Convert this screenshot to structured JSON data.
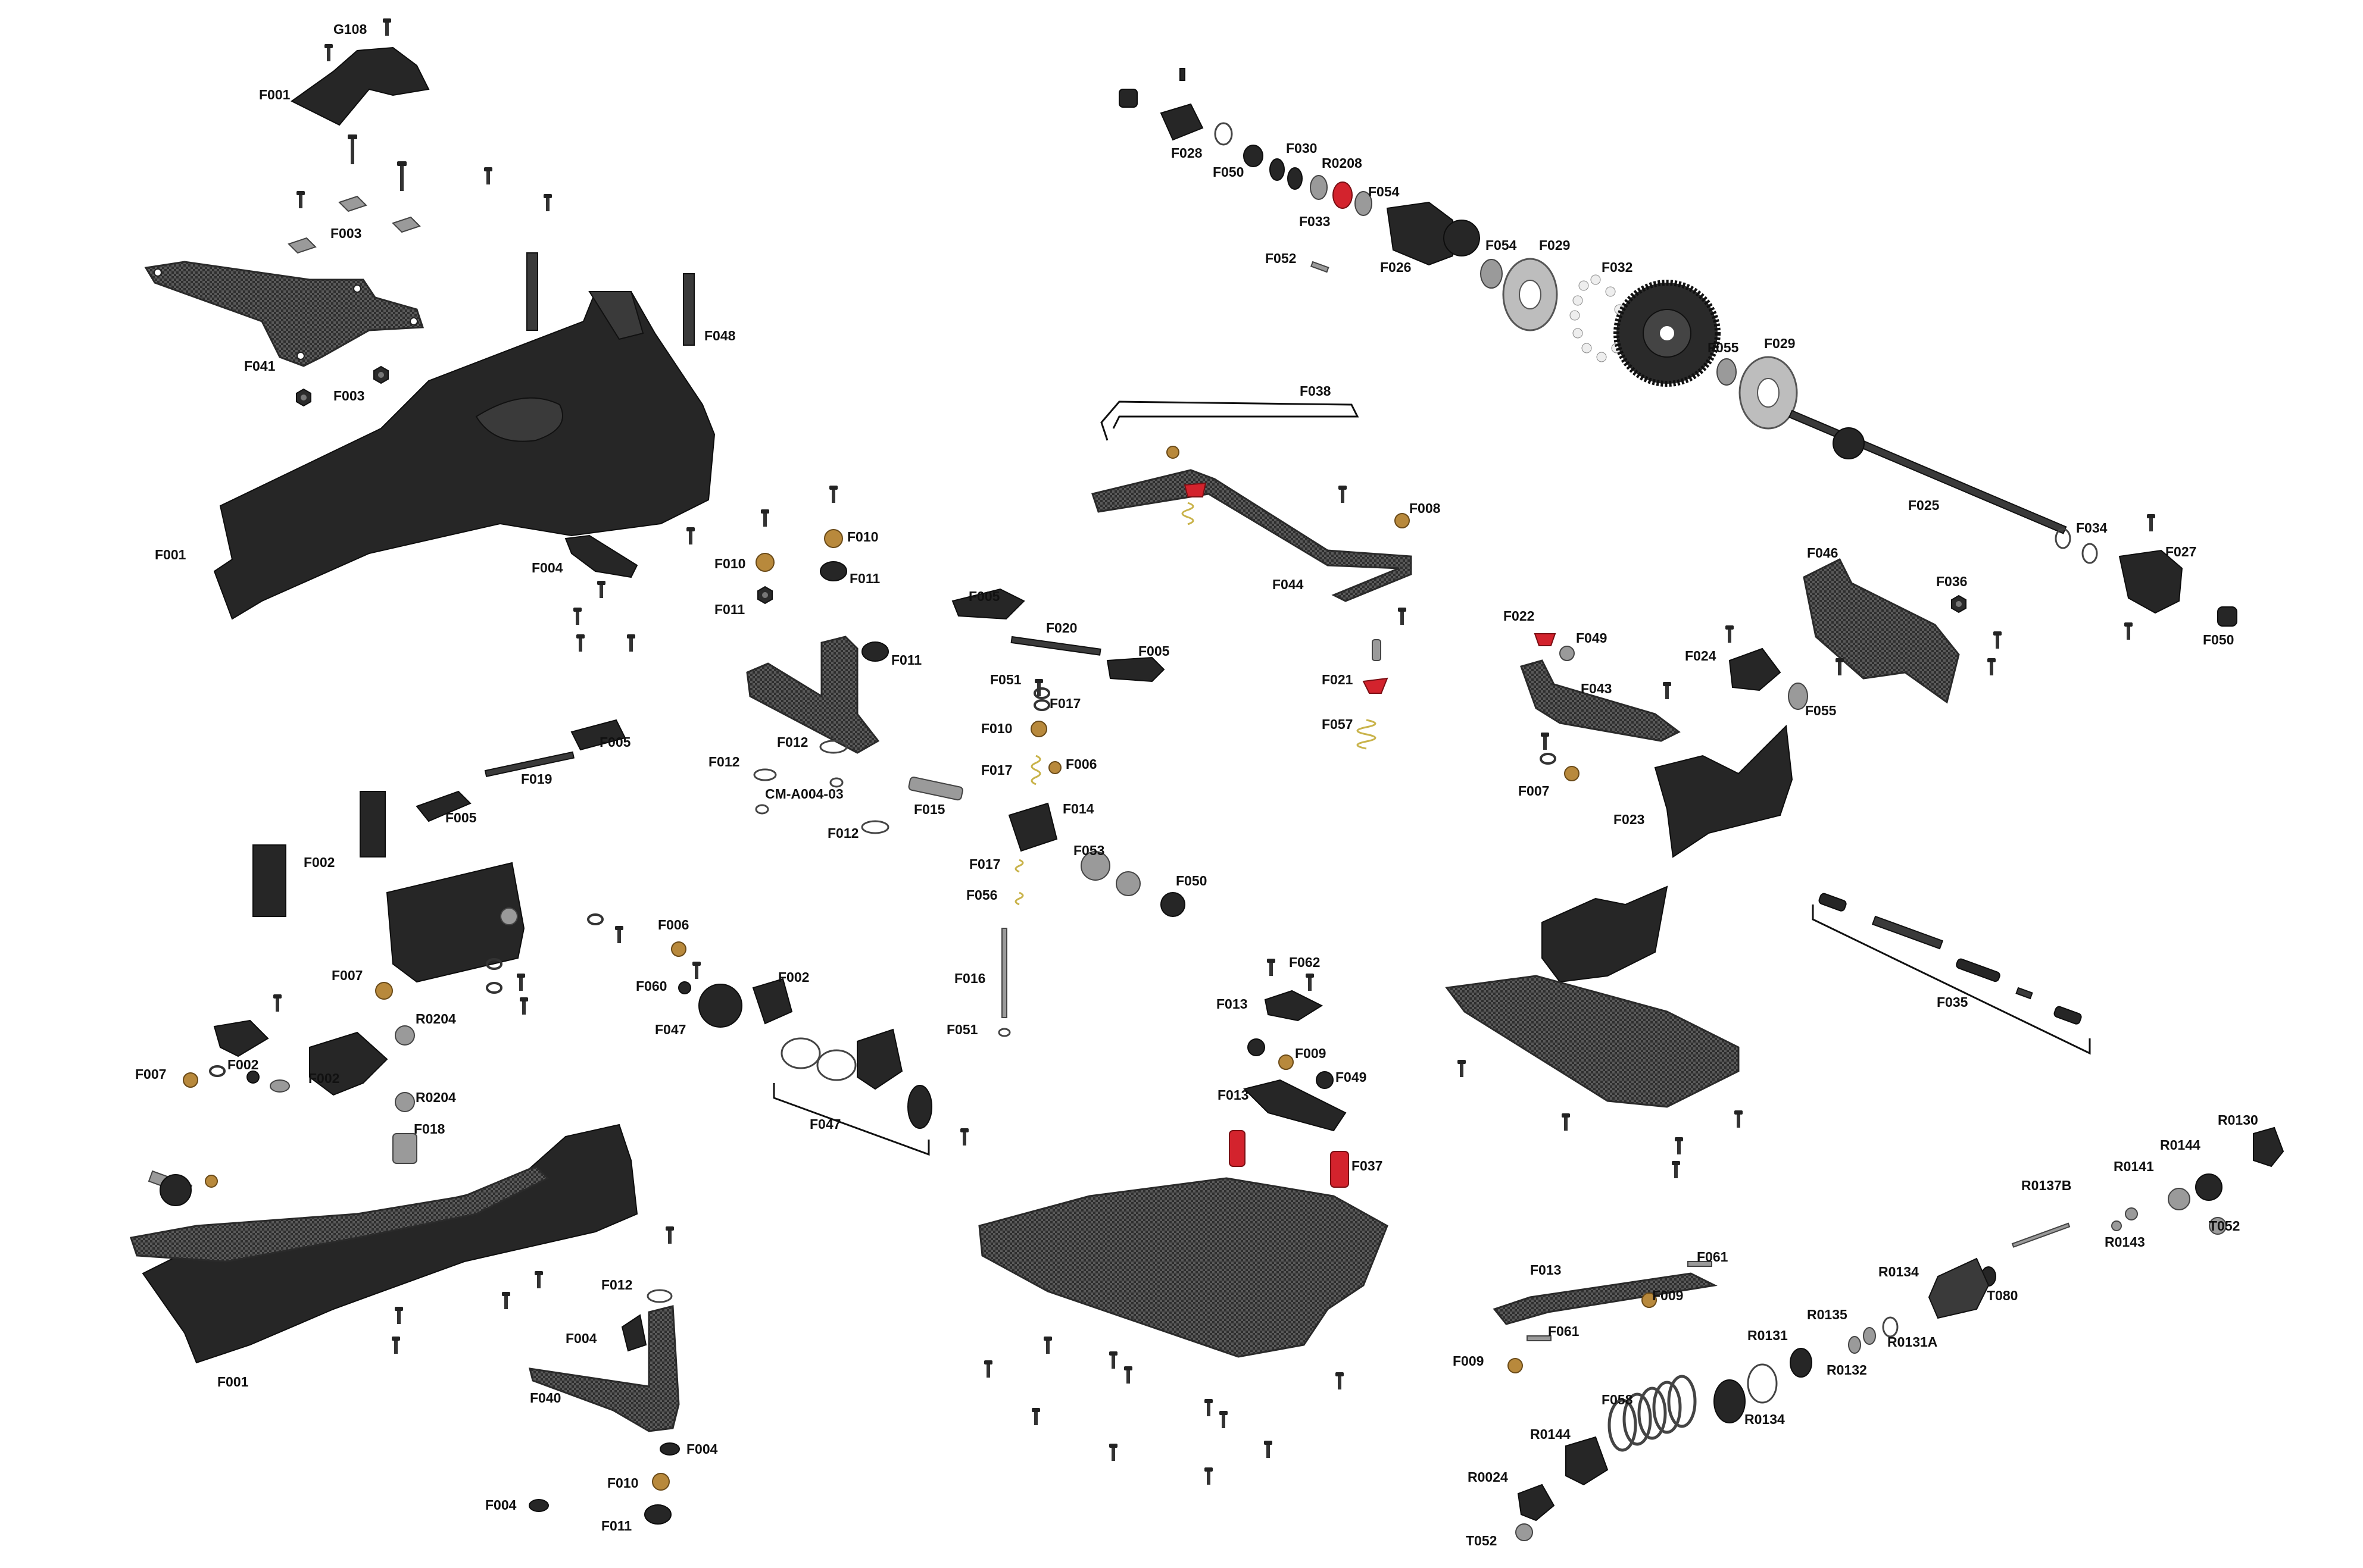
{
  "diagram": {
    "labels": [
      {
        "text": "G108"
      },
      {
        "text": "F001"
      },
      {
        "text": "F003"
      },
      {
        "text": "F041"
      },
      {
        "text": "F003"
      },
      {
        "text": "F048"
      },
      {
        "text": "F001"
      },
      {
        "text": "F004"
      },
      {
        "text": "F010"
      },
      {
        "text": "F010"
      },
      {
        "text": "F011"
      },
      {
        "text": "F011"
      },
      {
        "text": "F005"
      },
      {
        "text": "F020"
      },
      {
        "text": "F005"
      },
      {
        "text": "F011"
      },
      {
        "text": "F051"
      },
      {
        "text": "F017"
      },
      {
        "text": "F012"
      },
      {
        "text": "F010"
      },
      {
        "text": "F012"
      },
      {
        "text": "F006"
      },
      {
        "text": "F017"
      },
      {
        "text": "CM-A004-03"
      },
      {
        "text": "F015"
      },
      {
        "text": "F014"
      },
      {
        "text": "F012"
      },
      {
        "text": "F005"
      },
      {
        "text": "F019"
      },
      {
        "text": "F005"
      },
      {
        "text": "F002"
      },
      {
        "text": "F017"
      },
      {
        "text": "F053"
      },
      {
        "text": "F056"
      },
      {
        "text": "F050"
      },
      {
        "text": "F006"
      },
      {
        "text": "F060"
      },
      {
        "text": "F002"
      },
      {
        "text": "F007"
      },
      {
        "text": "F047"
      },
      {
        "text": "F016"
      },
      {
        "text": "R0204"
      },
      {
        "text": "F051"
      },
      {
        "text": "F007"
      },
      {
        "text": "F002"
      },
      {
        "text": "F002"
      },
      {
        "text": "R0204"
      },
      {
        "text": "F047"
      },
      {
        "text": "F018"
      },
      {
        "text": "F001"
      },
      {
        "text": "F012"
      },
      {
        "text": "F004"
      },
      {
        "text": "F040"
      },
      {
        "text": "F004"
      },
      {
        "text": "F010"
      },
      {
        "text": "F004"
      },
      {
        "text": "F011"
      },
      {
        "text": "F028"
      },
      {
        "text": "F030"
      },
      {
        "text": "F050"
      },
      {
        "text": "R0208"
      },
      {
        "text": "F054"
      },
      {
        "text": "F033"
      },
      {
        "text": "F052"
      },
      {
        "text": "F026"
      },
      {
        "text": "F054"
      },
      {
        "text": "F029"
      },
      {
        "text": "F032"
      },
      {
        "text": "F055"
      },
      {
        "text": "F029"
      },
      {
        "text": "F038"
      },
      {
        "text": "F008"
      },
      {
        "text": "F044"
      },
      {
        "text": "F021"
      },
      {
        "text": "F057"
      },
      {
        "text": "F025"
      },
      {
        "text": "F034"
      },
      {
        "text": "F027"
      },
      {
        "text": "F046"
      },
      {
        "text": "F036"
      },
      {
        "text": "F050"
      },
      {
        "text": "F022"
      },
      {
        "text": "F049"
      },
      {
        "text": "F024"
      },
      {
        "text": "F043"
      },
      {
        "text": "F055"
      },
      {
        "text": "F007"
      },
      {
        "text": "F023"
      },
      {
        "text": "F035"
      },
      {
        "text": "F062"
      },
      {
        "text": "F013"
      },
      {
        "text": "F009"
      },
      {
        "text": "F049"
      },
      {
        "text": "F013"
      },
      {
        "text": "F037"
      },
      {
        "text": "R0130"
      },
      {
        "text": "R0144"
      },
      {
        "text": "R0141"
      },
      {
        "text": "R0137B"
      },
      {
        "text": "T052"
      },
      {
        "text": "R0143"
      },
      {
        "text": "F013"
      },
      {
        "text": "F061"
      },
      {
        "text": "R0134"
      },
      {
        "text": "T080"
      },
      {
        "text": "F009"
      },
      {
        "text": "R0135"
      },
      {
        "text": "R0131"
      },
      {
        "text": "R0131A"
      },
      {
        "text": "F061"
      },
      {
        "text": "R0132"
      },
      {
        "text": "F009"
      },
      {
        "text": "F058"
      },
      {
        "text": "R0134"
      },
      {
        "text": "R0144"
      },
      {
        "text": "R0024"
      },
      {
        "text": "T052"
      }
    ]
  }
}
